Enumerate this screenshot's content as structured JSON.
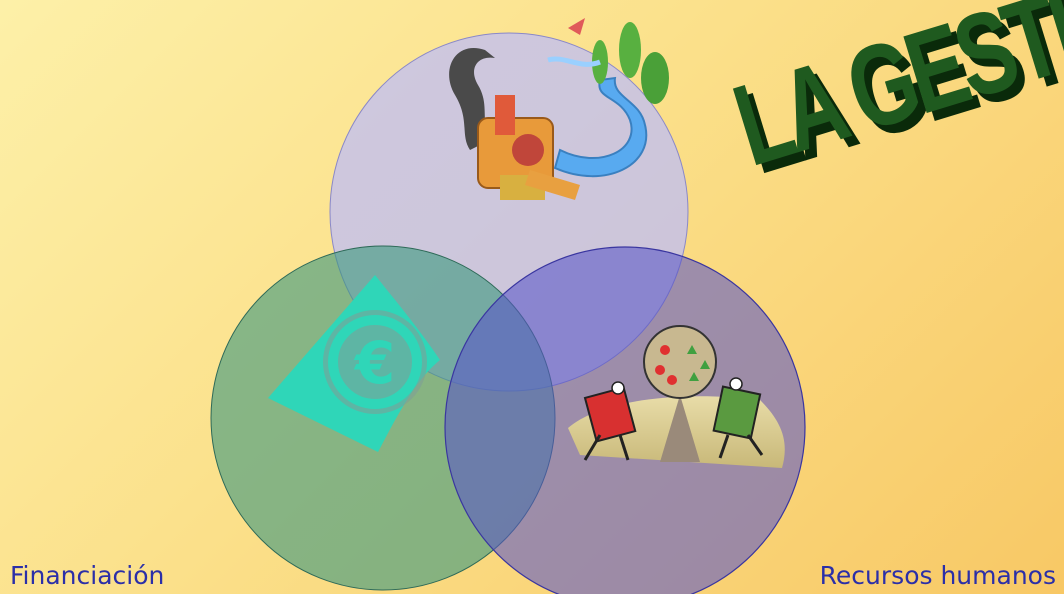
{
  "title_art": "LA GESTIÓN",
  "labels": {
    "left": "Financiación",
    "right": "Recursos humanos"
  },
  "colors": {
    "top_circle": "#c8c6f0",
    "left_circle": "#4f9a7a",
    "right_circle": "#6a6ac8",
    "label_text": "#2b2fa8",
    "title_green": "#1f5a1f",
    "euro_teal": "#2fd6b8"
  },
  "icons": {
    "top": "machine-river-illustration",
    "left": "euro-coin-icon",
    "right": "gardeners-tree-illustration"
  }
}
